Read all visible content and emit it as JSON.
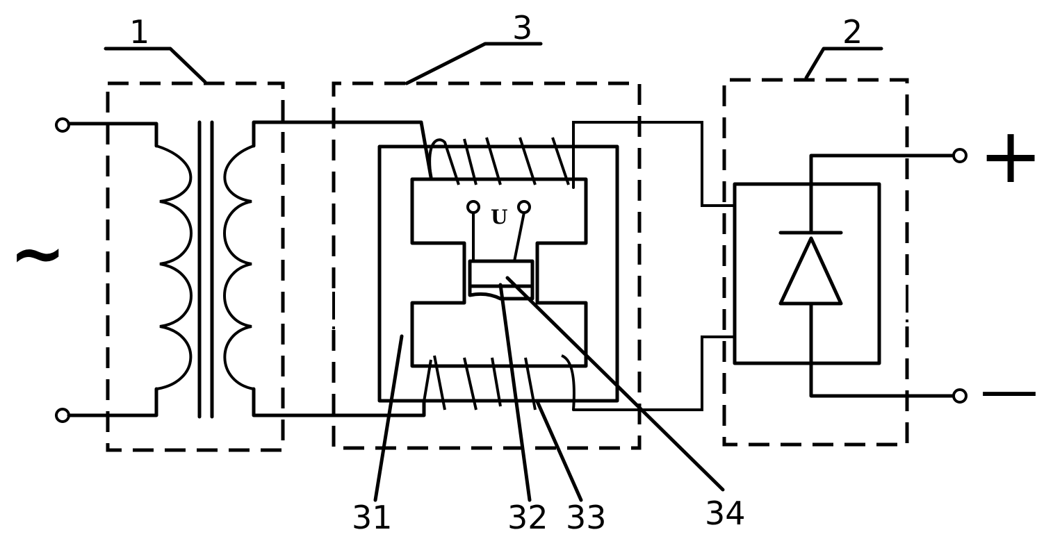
{
  "labels": {
    "transformer": "1",
    "rectifier": "2",
    "sensor_assembly": "3",
    "core": "31",
    "gap": "32",
    "winding": "33",
    "element": "34"
  },
  "symbols": {
    "ac_source": "~",
    "plus": "+",
    "minus": "—",
    "voltage": "U"
  },
  "icons": {
    "transformer": "transformer-icon",
    "diode": "diode-icon",
    "terminal": "terminal-icon"
  },
  "colors": {
    "stroke": "#000000",
    "background": "#ffffff"
  }
}
